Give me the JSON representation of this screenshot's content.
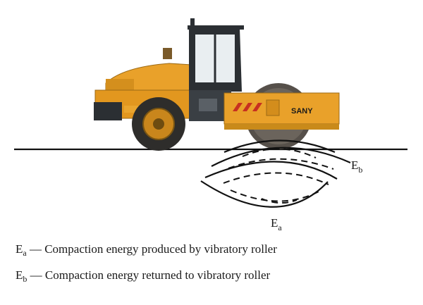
{
  "brand": "SANY",
  "energy_labels": {
    "a": {
      "base": "E",
      "sub": "a"
    },
    "b": {
      "base": "E",
      "sub": "b"
    }
  },
  "legend": [
    {
      "base": "E",
      "sub": "a",
      "text": " — Compaction energy produced by vibratory roller"
    },
    {
      "base": "E",
      "sub": "b",
      "text": " — Compaction energy returned to vibratory roller"
    }
  ],
  "colors": {
    "machine_yellow": "#e9a12a",
    "cab_dark": "#2b2f33",
    "line": "#111111"
  }
}
